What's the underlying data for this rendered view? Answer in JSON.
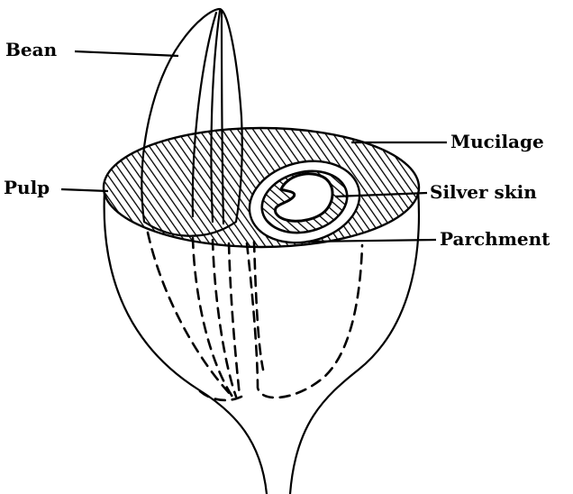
{
  "labels": {
    "bean": "Bean",
    "pulp": "Pulp",
    "mucilage": "Mucilage",
    "silver_skin": "Silver skin",
    "parchment": "Parchment"
  },
  "colors": {
    "ink": "#000000",
    "background": "#ffffff"
  }
}
